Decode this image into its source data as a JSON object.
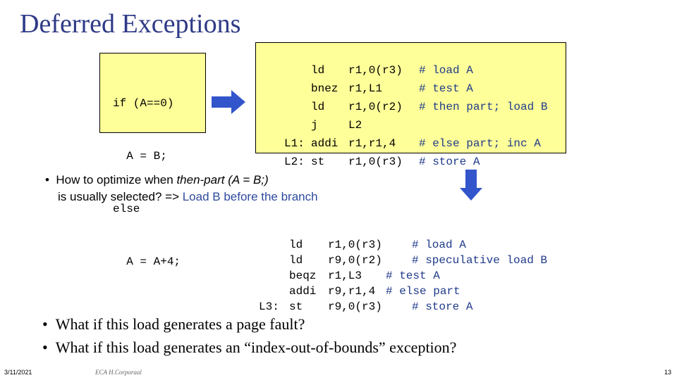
{
  "title": "Deferred Exceptions",
  "source_code": [
    "if (A==0)",
    "  A = B;",
    "else",
    "  A = A+4;"
  ],
  "asm1": [
    {
      "label": "",
      "op": "ld",
      "args": "r1,0(r3)",
      "comment": "# load A"
    },
    {
      "label": "",
      "op": "bnez",
      "args": "r1,L1",
      "comment": "# test A"
    },
    {
      "label": "",
      "op": "ld",
      "args": "r1,0(r2)",
      "comment": "# then part; load B"
    },
    {
      "label": "",
      "op": "j",
      "args": "L2",
      "comment": ""
    },
    {
      "label": "L1:",
      "op": "addi",
      "args": "r1,r1,4",
      "comment": "# else part; inc A"
    },
    {
      "label": "L2:",
      "op": "st",
      "args": "r1,0(r3)",
      "comment": "# store A"
    }
  ],
  "bullet1": {
    "prefix": "How to optimize when ",
    "italic": "then-part (A = B;)",
    "line2_prefix": "is usually selected? => ",
    "highlight": "Load B before the branch"
  },
  "asm2": [
    {
      "label": "",
      "op": "ld",
      "args": "r1,0(r3)",
      "comment": "# load A"
    },
    {
      "label": "",
      "op": "ld",
      "args": "r9,0(r2)",
      "comment": "# speculative load B"
    },
    {
      "label": "",
      "op": "beqz",
      "args": "r1,L3",
      "comment": "# test A"
    },
    {
      "label": "",
      "op": "addi",
      "args": "r9,r1,4",
      "comment": "# else part"
    },
    {
      "label": "L3:",
      "op": "st",
      "args": "r9,0(r3)",
      "comment": "# store A"
    }
  ],
  "bullets2": [
    "What if this load generates a page fault?",
    "What if this load generates an “index-out-of-bounds” exception?"
  ],
  "footer": {
    "date": "3/11/2021",
    "author": "ECA H.Corporaal",
    "page": "13"
  },
  "colors": {
    "title": "#2e3a86",
    "box": "#ffff99",
    "arrow": "#3355cc"
  }
}
